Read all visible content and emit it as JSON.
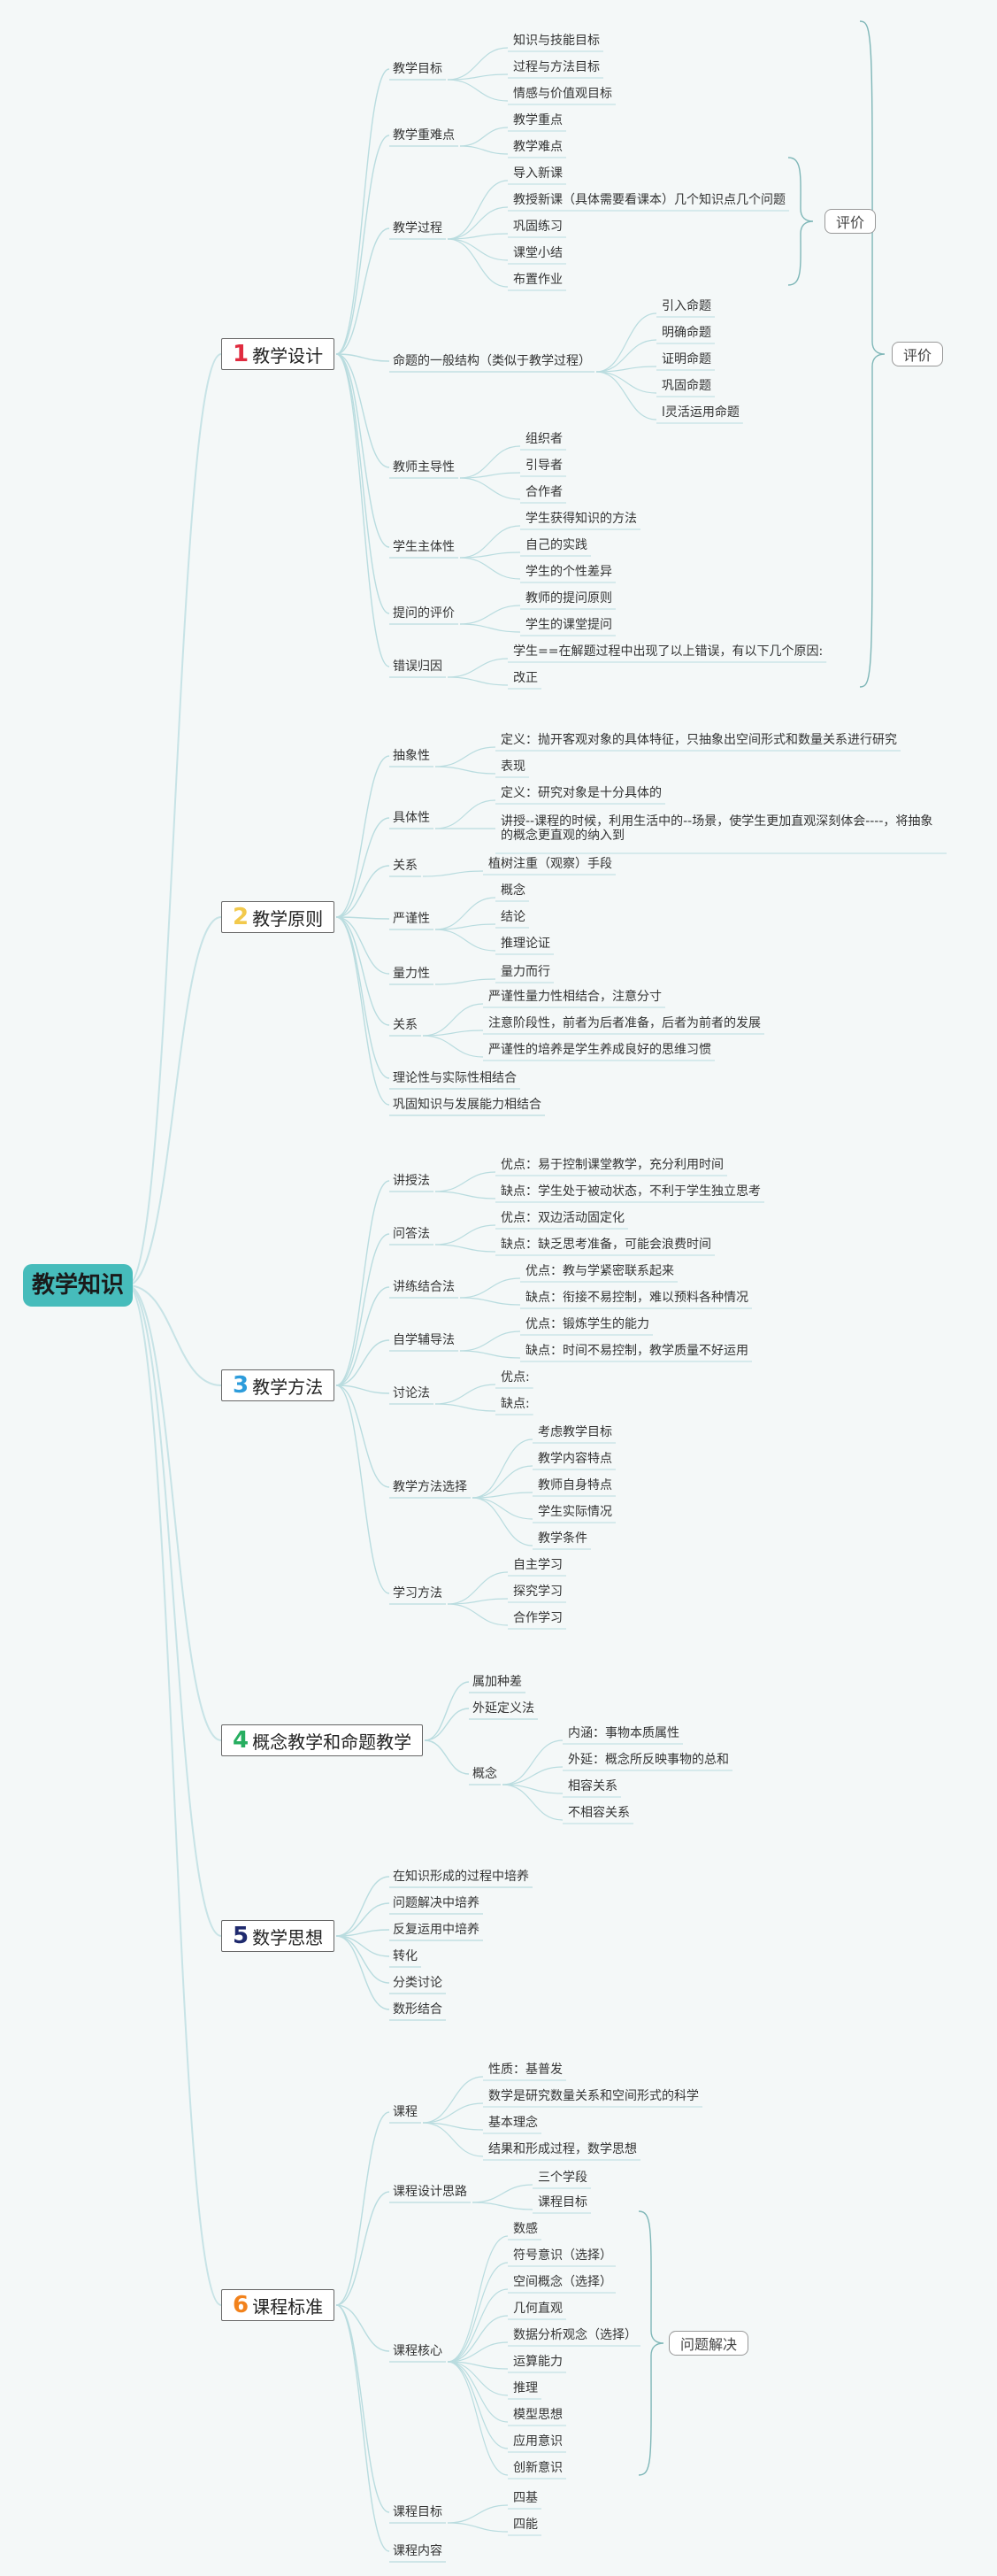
{
  "root": "教学知识",
  "categories": [
    {
      "num": "1",
      "label": "教学设计",
      "color": "#e02b3f",
      "children": [
        {
          "label": "教学目标",
          "children": [
            "知识与技能目标",
            "过程与方法目标",
            "情感与价值观目标"
          ]
        },
        {
          "label": "教学重难点",
          "children": [
            "教学重点",
            "教学难点"
          ]
        },
        {
          "label": "教学过程",
          "children": [
            "导入新课",
            "教授新课（具体需要看课本）几个知识点几个问题",
            "巩固练习",
            "课堂小结",
            "布置作业"
          ]
        },
        {
          "label": "命题的一般结构（类似于教学过程）",
          "children": [
            "引入命题",
            "明确命题",
            "证明命题",
            "巩固命题",
            "l灵活运用命题"
          ]
        },
        {
          "label": "教师主导性",
          "children": [
            "组织者",
            "引导者",
            "合作者"
          ]
        },
        {
          "label": "学生主体性",
          "children": [
            "学生获得知识的方法",
            "自己的实践",
            "学生的个性差异"
          ]
        },
        {
          "label": "提问的评价",
          "children": [
            "教师的提问原则",
            "学生的课堂提问"
          ]
        },
        {
          "label": "错误归因",
          "children": [
            "学生==在解题过程中出现了以上错误，有以下几个原因:",
            "改正"
          ]
        }
      ],
      "summaries": [
        "评价",
        "评价"
      ]
    },
    {
      "num": "2",
      "label": "教学原则",
      "color": "#f2c94c",
      "children": [
        {
          "label": "抽象性",
          "children": [
            "定义：抛开客观对象的具体特征，只抽象出空间形式和数量关系进行研究",
            "表现"
          ]
        },
        {
          "label": "具体性",
          "children": [
            "定义：研究对象是十分具体的",
            "讲授--课程的时候，利用生活中的--场景，使学生更加直观深刻体会----，将抽象的概念更直观的纳入到"
          ]
        },
        {
          "label": "关系",
          "children": [
            "植树注重（观察）手段"
          ]
        },
        {
          "label": "严谨性",
          "children": [
            "概念",
            "结论",
            "推理论证"
          ]
        },
        {
          "label": "量力性",
          "children": [
            "量力而行"
          ]
        },
        {
          "label": "关系",
          "children": [
            "严谨性量力性相结合，注意分寸",
            "注意阶段性，前者为后者准备，后者为前者的发展",
            "严谨性的培养是学生养成良好的思维习惯"
          ]
        },
        {
          "label": "理论性与实际性相结合",
          "children": []
        },
        {
          "label": "巩固知识与发展能力相结合",
          "children": []
        }
      ]
    },
    {
      "num": "3",
      "label": "教学方法",
      "color": "#2d9cdb",
      "children": [
        {
          "label": "讲授法",
          "children": [
            "优点：易于控制课堂教学，充分利用时间",
            "缺点：学生处于被动状态，不利于学生独立思考"
          ]
        },
        {
          "label": "问答法",
          "children": [
            "优点：双边活动固定化",
            "缺点：缺乏思考准备，可能会浪费时间"
          ]
        },
        {
          "label": "讲练结合法",
          "children": [
            "优点：教与学紧密联系起来",
            "缺点：衔接不易控制，难以预料各种情况"
          ]
        },
        {
          "label": "自学辅导法",
          "children": [
            "优点：锻炼学生的能力",
            "缺点：时间不易控制，教学质量不好运用"
          ]
        },
        {
          "label": "讨论法",
          "children": [
            "优点:",
            "缺点:"
          ]
        },
        {
          "label": "教学方法选择",
          "children": [
            "考虑教学目标",
            "教学内容特点",
            "教师自身特点",
            "学生实际情况",
            "教学条件"
          ]
        },
        {
          "label": "学习方法",
          "children": [
            "自主学习",
            "探究学习",
            "合作学习"
          ]
        }
      ]
    },
    {
      "num": "4",
      "label": "概念教学和命题教学",
      "color": "#27ae60",
      "children": [
        {
          "label": "属加种差",
          "children": []
        },
        {
          "label": "外延定义法",
          "children": []
        },
        {
          "label": "概念",
          "children": [
            "内涵：事物本质属性",
            "外延：概念所反映事物的总和",
            "相容关系",
            "不相容关系"
          ]
        }
      ]
    },
    {
      "num": "5",
      "label": "数学思想",
      "color": "#1f2a6e",
      "children": [
        {
          "label": "在知识形成的过程中培养",
          "children": []
        },
        {
          "label": "问题解决中培养",
          "children": []
        },
        {
          "label": "反复运用中培养",
          "children": []
        },
        {
          "label": "转化",
          "children": []
        },
        {
          "label": "分类讨论",
          "children": []
        },
        {
          "label": "数形结合",
          "children": []
        }
      ]
    },
    {
      "num": "6",
      "label": "课程标准",
      "color": "#f2821c",
      "children": [
        {
          "label": "课程",
          "children": [
            "性质：基普发",
            "数学是研究数量关系和空间形式的科学",
            "基本理念",
            "结果和形成过程，数学思想"
          ]
        },
        {
          "label": "课程设计思路",
          "children": [
            "三个学段",
            "课程目标"
          ]
        },
        {
          "label": "课程核心",
          "children": [
            "数感",
            "符号意识（选择）",
            "空间概念（选择）",
            "几何直观",
            "数据分析观念（选择）",
            "运算能力",
            "推理",
            "模型思想",
            "应用意识",
            "创新意识"
          ]
        },
        {
          "label": "课程目标",
          "children": [
            "四基",
            "四能"
          ]
        },
        {
          "label": "课程内容",
          "children": []
        }
      ],
      "summaries": [
        "问题解决"
      ]
    }
  ]
}
